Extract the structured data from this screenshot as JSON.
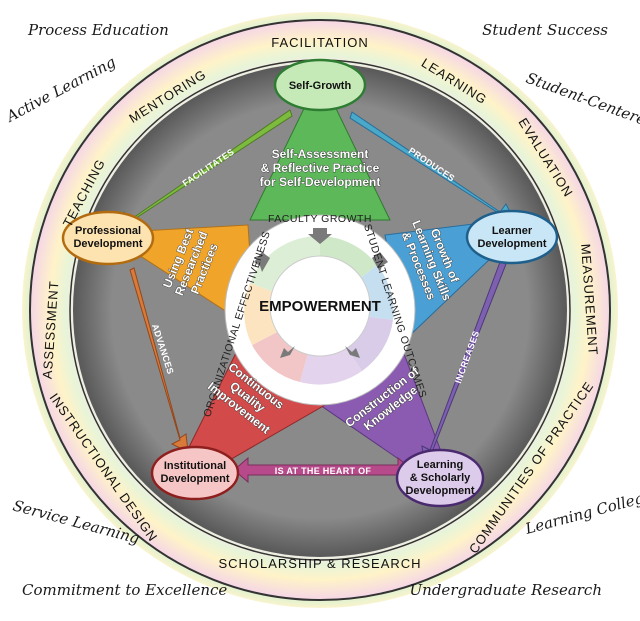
{
  "corner_phrases": {
    "top_left": "Process Education",
    "top_right": "Student Success",
    "left_upper": "Active Learning",
    "right_upper": "Student-Centered",
    "left_lower": "Service Learning",
    "right_lower": "Learning College",
    "bottom_left": "Commitment to Excellence",
    "bottom_right": "Undergraduate Research"
  },
  "outer_ring": {
    "facilitation": "FACILITATION",
    "learning": "LEARNING",
    "evaluation": "EVALUATION",
    "measurement": "MEASUREMENT",
    "communities": "COMMUNITIES OF PRACTICE",
    "scholarship": "SCHOLARSHIP & RESEARCH",
    "instructional_design": "INSTRUCTIONAL DESIGN",
    "assessment": "ASSESSMENT",
    "teaching": "TEACHING",
    "mentoring": "MENTORING"
  },
  "nodes": {
    "self_growth": "Self-Growth",
    "learner_dev": [
      "Learner",
      "Development"
    ],
    "learning_scholarly": [
      "Learning",
      "& Scholarly",
      "Development"
    ],
    "institutional": [
      "Institutional",
      "Development"
    ],
    "professional": [
      "Professional",
      "Development"
    ]
  },
  "arrows": {
    "facilitates": "FACILITATES",
    "produces": "PRODUCES",
    "increases": "INCREASES",
    "heart": "IS AT THE HEART OF",
    "advances": "ADVANCES"
  },
  "bands": {
    "self_assessment": [
      "Self-Assessment",
      "& Reflective Practice",
      "for Self-Development"
    ],
    "growth_learning": [
      "Growth of",
      "Learning Skills",
      "& Processes"
    ],
    "construction": [
      "Construction of",
      "Knowledge"
    ],
    "cqi": [
      "Continuous",
      "Quality",
      "Improvement"
    ],
    "best_practices": [
      "Using Best",
      "Researched",
      "Practices"
    ]
  },
  "inner_ring": {
    "faculty_growth": "FACULTY GROWTH",
    "student_learning": "STUDENT LEARNING OUTCOMES",
    "org_effectiveness": "ORGANIZATIONAL EFFECTIVENESS"
  },
  "center": "EMPOWERMENT",
  "colors": {
    "green": "#5db85a",
    "blue": "#4a9fd4",
    "purple": "#8a5bb0",
    "red": "#d24a4a",
    "orange": "#f0a52a",
    "ring_dark": "#6b6b6b"
  }
}
